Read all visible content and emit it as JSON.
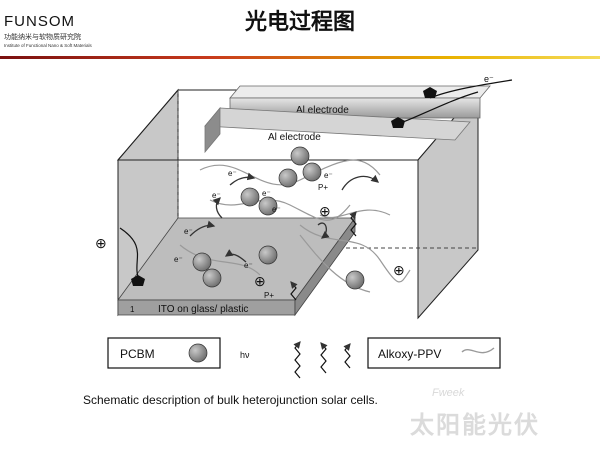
{
  "slide": {
    "title": "光电过程图",
    "caption": "Schematic description of bulk heterojunction solar cells."
  },
  "logo": {
    "name": "FUNSOM",
    "cn_name": "功能纳米与软物质研究院",
    "en_name": "Institute of Functional Nano & Soft Materials"
  },
  "diagram": {
    "top_electrode_label": "Al electrode",
    "electrode_label": "Al electrode",
    "ito_label": "ITO on glass/ plastic",
    "layer_number": "1",
    "electron": "e⁻",
    "hole": "P+",
    "plus": "⊕",
    "light_label": "hν",
    "legend_pcbm": "PCBM",
    "legend_ppv": "Alkoxy-PPV"
  },
  "watermark": {
    "brand": "太阳能光伏",
    "small": "Fweek"
  },
  "colors": {
    "accent_dark": "#7a1010",
    "accent_gold": "#e9b200",
    "box_fill": "#c8c8c8"
  }
}
